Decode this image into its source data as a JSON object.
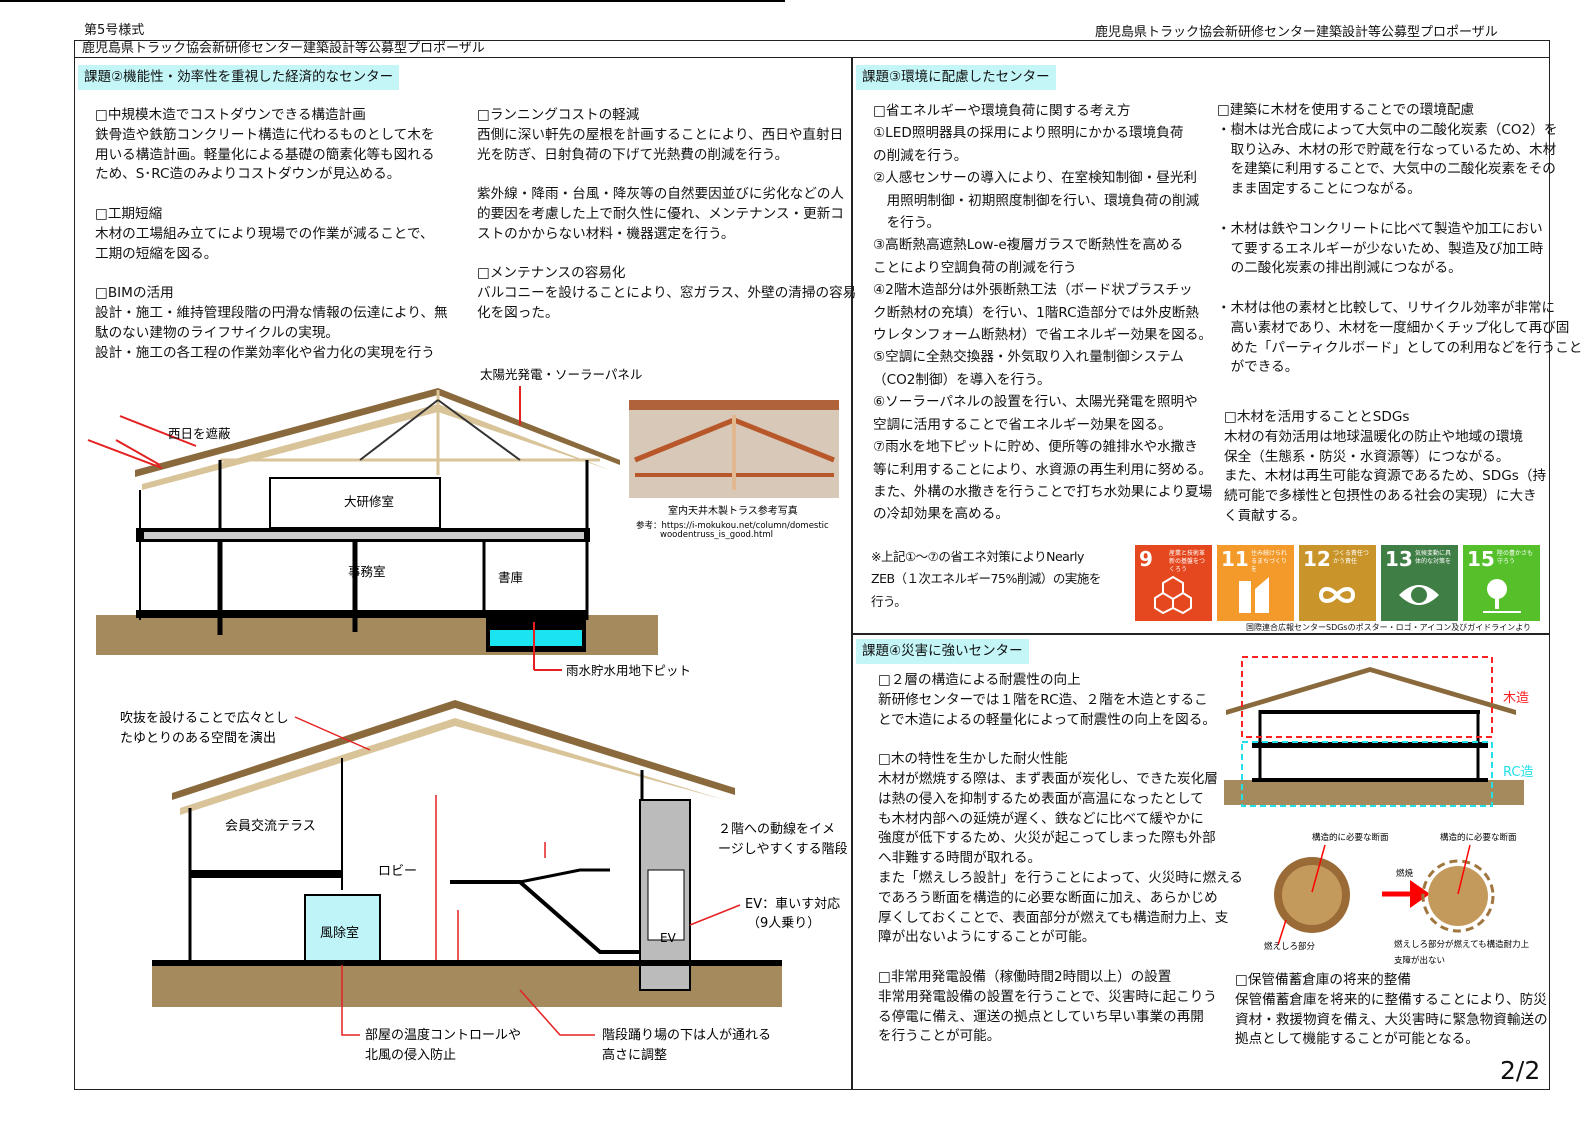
{
  "header": {
    "form_no": "第5号様式",
    "right_title": "鹿児島県トラック協会新研修センター建築設計等公募型プロポーザル",
    "title": "鹿児島県トラック協会新研修センター建築設計等公募型プロポーザル"
  },
  "left": {
    "section_title": "課題②機能性・効率性を重視した経済的なセンター",
    "col1": [
      {
        "heading": "□中規模木造でコストダウンできる構造計画",
        "lines": [
          "鉄骨造や鉄筋コンクリート構造に代わるものとして木を",
          "用いる構造計画。軽量化による基礎の簡素化等も図れる",
          "ため、S･RC造のみよりコストダウンが見込める。"
        ]
      },
      {
        "heading": "□工期短縮",
        "lines": [
          "木材の工場組み立てにより現場での作業が減ることで、",
          "工期の短縮を図る。"
        ]
      },
      {
        "heading": "□BIMの活用",
        "lines": [
          "設計・施工・維持管理段階の円滑な情報の伝達により、無",
          "駄のない建物のライフサイクルの実現。",
          "設計・施工の各工程の作業効率化や省力化の実現を行う"
        ]
      }
    ],
    "col2": [
      {
        "heading": "□ランニングコストの軽減",
        "lines": [
          "西側に深い軒先の屋根を計画することにより、西日や直射日",
          "光を防ぎ、日射負荷の下げて光熱費の削減を行う。"
        ]
      },
      {
        "heading": "",
        "lines": [
          "紫外線・降雨・台風・降灰等の自然要因並びに劣化などの人",
          "的要因を考慮した上で耐久性に優れ、メンテナンス・更新コ",
          "ストのかからない材料・機器選定を行う。"
        ]
      },
      {
        "heading": "□メンテナンスの容易化",
        "lines": [
          "バルコニーを設けることにより、窓ガラス、外壁の清掃の容易",
          "化を図った。"
        ]
      }
    ],
    "section1_labels": {
      "solar": "太陽光発電・ソーラーパネル",
      "west_sun": "西日を遮蔽",
      "hall": "大研修室",
      "office": "事務室",
      "archive": "書庫",
      "pit": "雨水貯水用地下ピット"
    },
    "photo": {
      "caption": "室内天井木製トラス参考写真",
      "ref_prefix": "参考：",
      "ref_url1": "https://i-mokukou.net/column/domestic",
      "ref_url2": "woodentruss_is_good.html"
    },
    "section2_labels": {
      "atrium_1": "吹抜を設けることで広々とし",
      "atrium_2": "たゆとりのある空間を演出",
      "terrace": "会員交流テラス",
      "lobby": "ロビー",
      "stairs_1": "２階への動線をイメ",
      "stairs_2": "ージしやすくする階段",
      "ev_1": "EV：車いす対応",
      "ev_2": "（9人乗り）",
      "vestibule": "風除室",
      "ev": "EV",
      "temp_1": "部屋の温度コントロールや",
      "temp_2": "北風の侵入防止",
      "landing_1": "階段踊り場の下は人が通れる",
      "landing_2": "高さに調整"
    }
  },
  "right": {
    "section_title": "課題③環境に配慮したセンター",
    "col1": [
      {
        "heading": "□省エネルギーや環境負荷に関する考え方",
        "lines": [
          "①LED照明器具の採用により照明にかかる環境負荷",
          "の削減を行う。",
          "②人感センサーの導入により、在室検知制御・昼光利",
          "　用照明制御・初期照度制御を行い、環境負荷の削減",
          "　を行う。",
          "③高断熱高遮熱Low-e複層ガラスで断熱性を高める",
          "ことにより空調負荷の削減を行う",
          "④2階木造部分は外張断熱工法（ボード状プラスチッ",
          "ク断熱材の充填）を行い、1階RC造部分では外皮断熱",
          "ウレタンフォーム断熱材）で省エネルギー効果を図る。",
          "⑤空調に全熱交換器・外気取り入れ量制御システム",
          "（CO2制御）を導入を行う。",
          "⑥ソーラーパネルの設置を行い、太陽光発電を照明や",
          "空調に活用することで省エネルギー効果を図る。",
          "⑦雨水を地下ピットに貯め、便所等の雑排水や水撒き",
          "等に利用することにより、水資源の再生利用に努める。",
          "また、外構の水撒きを行うことで打ち水効果により夏場",
          "の冷却効果を高める。"
        ]
      }
    ],
    "zeb_note": [
      "※上記①～⑦の省エネ対策によりNearly",
      "ZEB（１次エネルギー75%削減）の実施を",
      "行う。"
    ],
    "col2": [
      {
        "heading": "□建築に木材を使用することでの環境配慮",
        "lines": [
          "・樹木は光合成によって大気中の二酸化炭素（CO2）を",
          "　取り込み、木材の形で貯蔵を行なっているため、木材",
          "　を建築に利用することで、大気中の二酸化炭素をその",
          "　まま固定することにつながる。"
        ]
      },
      {
        "heading": "",
        "lines": [
          "・木材は鉄やコンクリートに比べて製造や加工におい",
          "　て要するエネルギーが少ないため、製造及び加工時",
          "　の二酸化炭素の排出削減につながる。"
        ]
      },
      {
        "heading": "",
        "lines": [
          "・木材は他の素材と比較して、リサイクル効率が非常に",
          "　高い素材であり、木材を一度細かくチップ化して再び固",
          "　めた「パーティクルボード」としての利用などを行うこと",
          "　ができる。"
        ]
      }
    ],
    "sdgs_block": {
      "heading": "□木材を活用することとSDGs",
      "lines": [
        "木材の有効活用は地球温暖化の防止や地域の環境",
        "保全（生態系・防災・水資源等）につながる。",
        "また、木材は再生可能な資源であるため、SDGs（持",
        "続可能で多様性と包摂性のある社会の実現）に大き",
        "く貢献する。"
      ]
    },
    "sdgs": [
      {
        "num": "9",
        "label": "産業と技術革新の基盤をつくろう",
        "color": "#e5481f",
        "icon": "cubes-icon"
      },
      {
        "num": "11",
        "label": "住み続けられるまちづくりを",
        "color": "#f39a2b",
        "icon": "buildings-icon"
      },
      {
        "num": "12",
        "label": "つくる責任つかう責任",
        "color": "#c9952a",
        "icon": "infinity-icon"
      },
      {
        "num": "13",
        "label": "気候変動に具体的な対策を",
        "color": "#3f7e44",
        "icon": "eye-globe-icon"
      },
      {
        "num": "15",
        "label": "陸の豊かさも守ろう",
        "color": "#56c02b",
        "icon": "tree-icon"
      }
    ],
    "sdgs_credit": "国際連合広報センターSDGsのポスター・ロゴ・アイコン及びガイドラインより"
  },
  "disaster": {
    "section_title": "課題④災害に強いセンター",
    "blocks": [
      {
        "heading": "□２層の構造による耐震性の向上",
        "lines": [
          "新研修センターでは１階をRC造、２階を木造とするこ",
          "とで木造によるの軽量化によって耐震性の向上を図る。"
        ]
      },
      {
        "heading": "□木の特性を生かした耐火性能",
        "lines": [
          "木材が燃焼する際は、まず表面が炭化し、できた炭化層",
          "は熱の侵入を抑制するため表面が高温になったとして",
          "も木材内部への延焼が遅く、鉄などに比べて緩やかに",
          "強度が低下するため、火災が起こってしまった際も外部",
          "へ非難する時間が取れる。",
          "また「燃えしろ設計」を行うことによって、火災時に燃える",
          "であろう断面を構造的に必要な断面に加え、あらかじめ",
          "厚くしておくことで、表面部分が燃えても構造耐力上、支",
          "障が出ないようにすることが可能。"
        ]
      },
      {
        "heading": "□非常用発電設備（稼働時間2時間以上）の設置",
        "lines": [
          "非常用発電設備の設置を行うことで、災害時に起こりう",
          "る停電に備え、運送の拠点としていち早い事業の再開",
          "を行うことが可能。"
        ]
      }
    ],
    "storage": {
      "heading": "□保管備蓄倉庫の将来的整備",
      "lines": [
        "保管備蓄倉庫を将来的に整備することにより、防災",
        "資材・救援物資を備え、大災害時に緊急物資輸送の",
        "拠点として機能することが可能となる。"
      ]
    },
    "labels": {
      "wood": "木造",
      "rc": "RC造",
      "required1": "構造的に必要な断面",
      "required2": "構造的に必要な断面",
      "burn": "燃焼",
      "margin": "燃えしろ部分",
      "after_1": "燃えしろ部分が燃えても構造耐力上",
      "after_2": "支障が出ない"
    },
    "colors": {
      "wood": "#ff2020",
      "rc": "#22e0e8"
    }
  },
  "page_number": "2/2"
}
